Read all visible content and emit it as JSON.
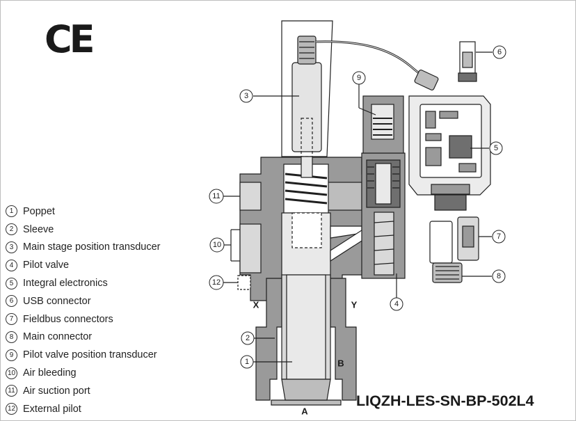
{
  "certification_mark": "CE",
  "model_code": "LIQZH-LES-SN-BP-502L4",
  "legend": [
    {
      "number": "1",
      "label": "Poppet"
    },
    {
      "number": "2",
      "label": "Sleeve"
    },
    {
      "number": "3",
      "label": "Main stage position transducer"
    },
    {
      "number": "4",
      "label": "Pilot valve"
    },
    {
      "number": "5",
      "label": "Integral electronics"
    },
    {
      "number": "6",
      "label": "USB connector"
    },
    {
      "number": "7",
      "label": "Fieldbus connectors"
    },
    {
      "number": "8",
      "label": "Main connector"
    },
    {
      "number": "9",
      "label": "Pilot valve position transducer"
    },
    {
      "number": "10",
      "label": "Air bleeding"
    },
    {
      "number": "11",
      "label": "Air suction port"
    },
    {
      "number": "12",
      "label": "External pilot"
    }
  ],
  "ports": {
    "x": "X",
    "y": "Y",
    "a": "A",
    "b": "B"
  },
  "callouts": {
    "c1": "1",
    "c2": "2",
    "c3": "3",
    "c4": "4",
    "c5": "5",
    "c6": "6",
    "c7": "7",
    "c8": "8",
    "c9": "9",
    "c10": "10",
    "c11": "11",
    "c12": "12"
  },
  "colors": {
    "body_fill": "#9a9a9a",
    "body_dark": "#6f6f6f",
    "section_light": "#e9e9e9",
    "outline": "#1f1f1f"
  }
}
